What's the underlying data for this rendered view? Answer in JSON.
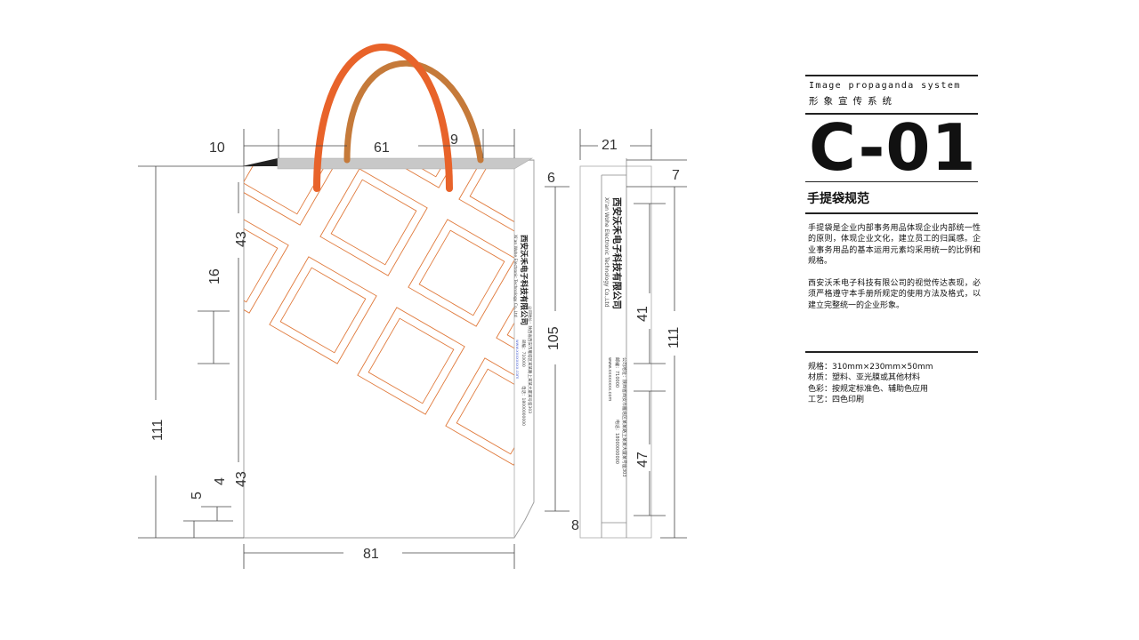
{
  "panel": {
    "subtitle_en": "Image propaganda system",
    "subtitle_zh": "形象宣传系统",
    "code": "C-01",
    "heading": "手提袋规范",
    "paragraphs": [
      "手提袋是企业内部事务用品体现企业内部统一性的原则，体现企业文化，建立员工的归属感。企业事务用品的基本运用元素均采用统一的比例和规格。",
      "西安沃禾电子科技有限公司的视觉传达表现，必须严格遵守本手册所规定的使用方法及格式，以建立完整统一的企业形象。"
    ],
    "specs": [
      "规格：310mm×230mm×50mm",
      "材质：塑料、亚光膜或其他材料",
      "色彩：按规定标准色、辅助色应用",
      "工艺：四色印刷"
    ]
  },
  "bag": {
    "company_zh": "西安沃禾电子科技有限公司",
    "company_en": "Xi'an Wohe Electronic Technology Co.,Ltd",
    "address": "公司地址：陕西省西安市雁塔区某某路上某某大厦某号座303",
    "postcode": "邮编：710000",
    "phone": "电话：18000000000",
    "website": "www.xxxxxxxx.com",
    "handle_colors": [
      "#e8632a",
      "#c57a3a"
    ],
    "pattern_color": "#e07a3c"
  },
  "dimensions": {
    "top_left": "10",
    "top_mid": "61",
    "top_right": "9",
    "side_top": "21",
    "side_corner_left": "6",
    "side_corner_right": "7",
    "left_43_top": "43",
    "left_16": "16",
    "left_111": "111",
    "left_43_bottom": "43",
    "left_4": "4",
    "left_5": "5",
    "bottom_81": "81",
    "mid_105": "105",
    "mid_8": "8",
    "right_41": "41",
    "right_111": "111",
    "right_47": "47"
  }
}
